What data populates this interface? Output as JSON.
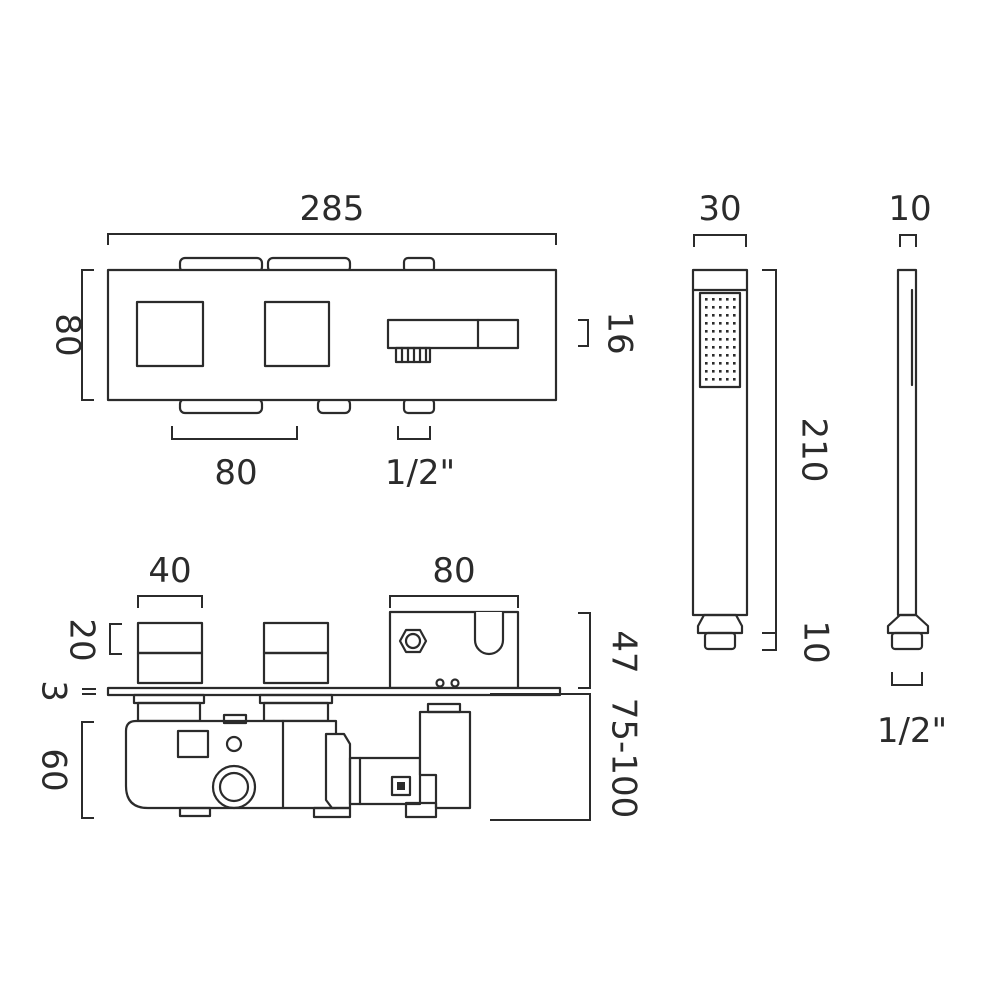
{
  "dimensions": {
    "front_width": "285",
    "front_height": "80",
    "knob_spacing": "80",
    "outlet_thread": "1/2\"",
    "outlet_height": "16",
    "handset_width": "30",
    "handset_length": "210",
    "handset_end": "10",
    "handset_depth": "10",
    "handset_thread": "1/2\"",
    "knob_width": "40",
    "bracket_width": "80",
    "knob_projection": "20",
    "plate_thickness": "3",
    "body_depth": "60",
    "bracket_height": "47",
    "depth_range": "75-100"
  }
}
